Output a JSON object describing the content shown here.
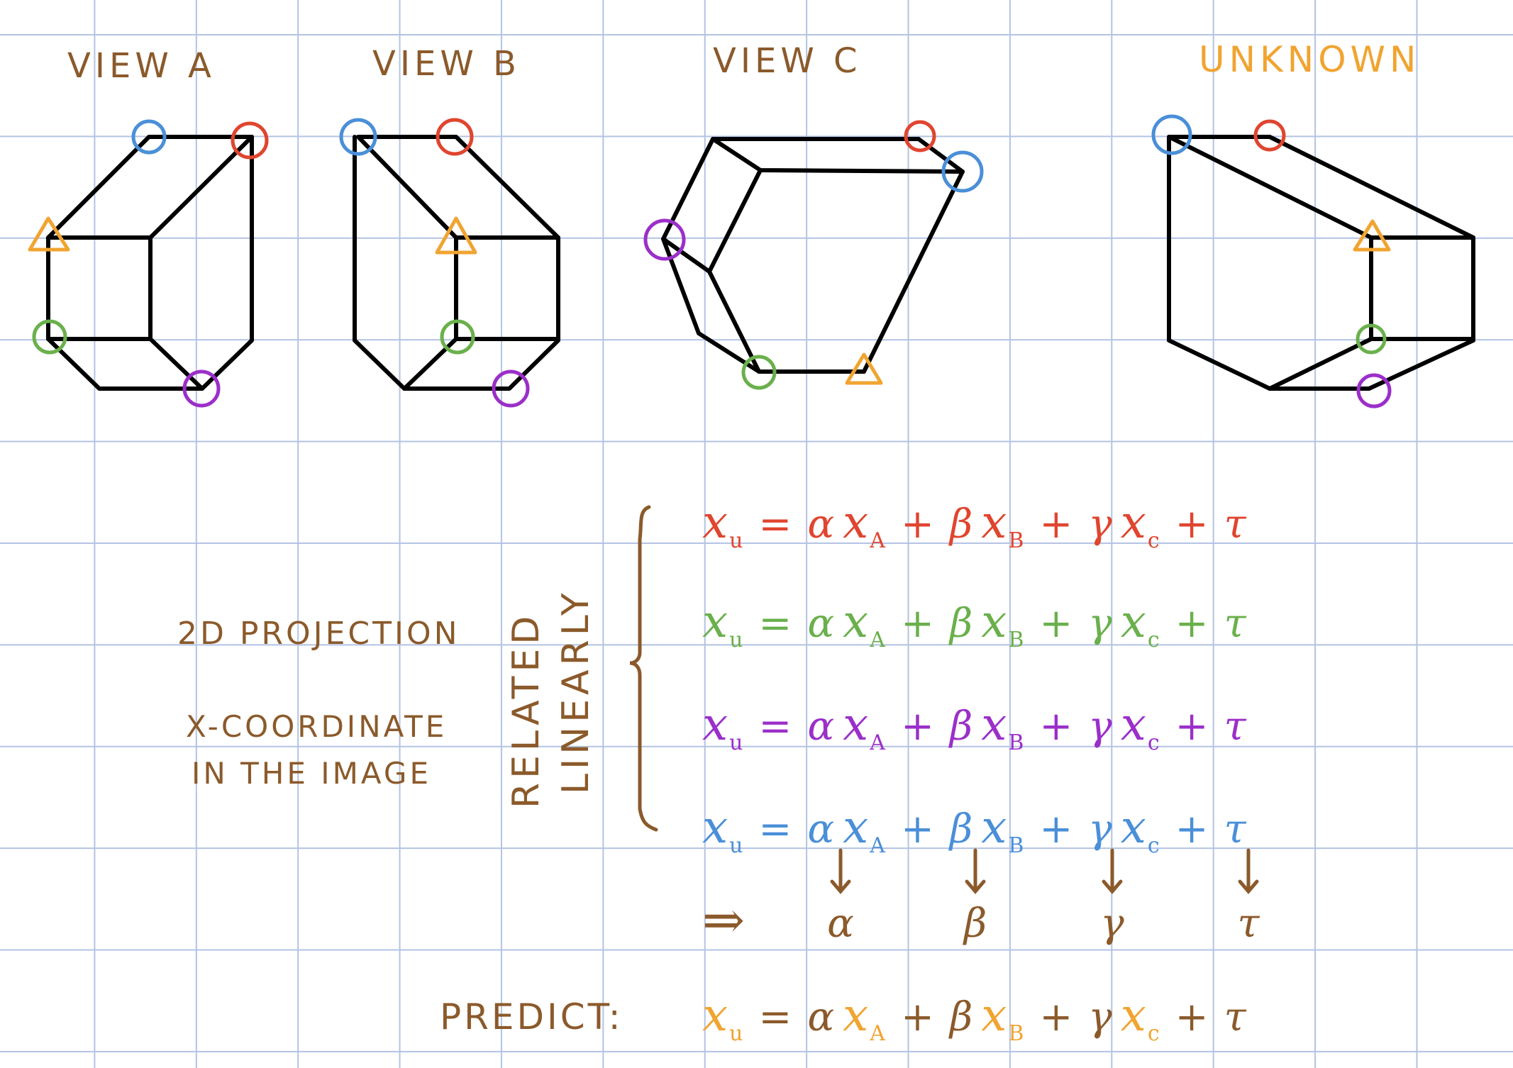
{
  "view_labels": {
    "a": "VIEW A",
    "b": "VIEW B",
    "c": "VIEW C",
    "unknown": "UNKNOWN"
  },
  "side_notes": {
    "projection": "2D PROJECTION",
    "coord_line1": "X-COORDINATE",
    "coord_line2": "IN THE IMAGE",
    "related": "RELATED",
    "linearly": "LINEARLY"
  },
  "equation": {
    "xu": "x",
    "u_sub": "u",
    "equals": "=",
    "alpha": "α",
    "beta": "β",
    "gamma": "γ",
    "tau": "τ",
    "x": "x",
    "a_sub": "A",
    "b_sub": "B",
    "c_sub": "c",
    "plus": "+"
  },
  "implies": "⇒",
  "predict_label": "PREDICT:",
  "colors": {
    "red": "#e0452f",
    "green": "#6ab04c",
    "purple": "#9b2fc9",
    "blue": "#4a8fd8",
    "orange": "#f0a431",
    "brown": "#8b5a2b"
  },
  "equation_rows": [
    {
      "color_key": "red"
    },
    {
      "color_key": "green"
    },
    {
      "color_key": "purple"
    },
    {
      "color_key": "blue"
    }
  ]
}
